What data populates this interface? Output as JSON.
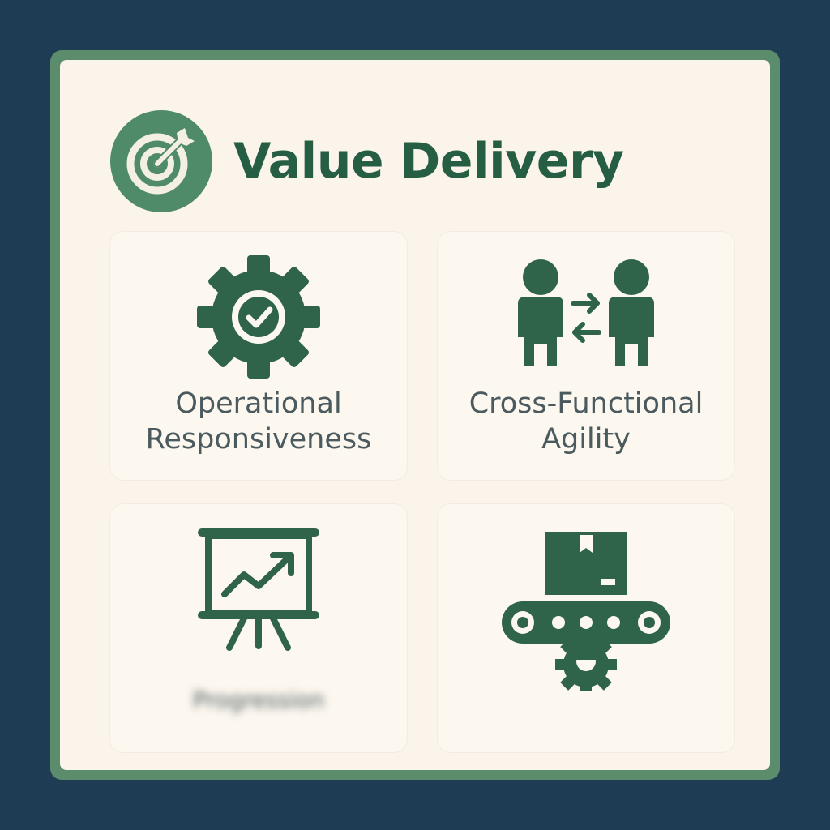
{
  "header": {
    "title": "Value Delivery",
    "logo_icon": "target-arrow-icon"
  },
  "cards": [
    {
      "label_line1": "Operational",
      "label_line2": "Responsiveness",
      "icon": "gear-check-icon"
    },
    {
      "label_line1": "Cross-Functional",
      "label_line2": "Agility",
      "icon": "people-exchange-icon"
    },
    {
      "label_line1": "Progression",
      "icon": "presentation-chart-icon",
      "label_blurred": true
    },
    {
      "icon": "conveyor-box-icon"
    }
  ],
  "colors": {
    "background": "#1f3c55",
    "frame": "#5b8c6c",
    "panel": "#fbf4ea",
    "accent": "#265e43",
    "label": "#4a5a5e"
  }
}
